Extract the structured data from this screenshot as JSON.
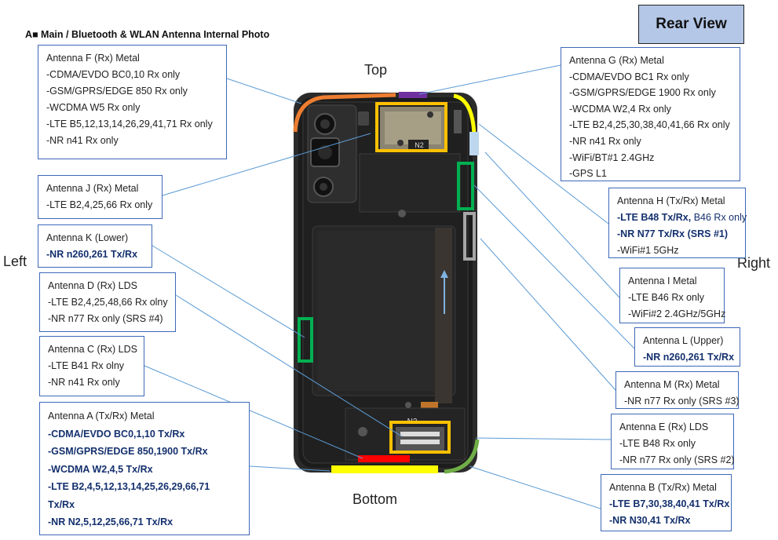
{
  "title": "A■ Main / Bluetooth & WLAN Antenna Internal Photo",
  "view_label": "Rear View",
  "directions": {
    "top": "Top",
    "bottom": "Bottom",
    "left": "Left",
    "right": "Right"
  },
  "phone_marks": {
    "n2_label": "N2"
  },
  "antennas": {
    "f": {
      "title": "Antenna F (Rx) Metal",
      "lines": [
        "-CDMA/EVDO BC0,10 Rx only",
        "-GSM/GPRS/EDGE 850 Rx only",
        "-WCDMA W5 Rx only",
        "-LTE B5,12,13,14,26,29,41,71 Rx only",
        "-NR n41 Rx only"
      ]
    },
    "j": {
      "title": "Antenna J (Rx) Metal",
      "lines": [
        "-LTE B2,4,25,66 Rx only"
      ]
    },
    "k": {
      "title": "Antenna K (Lower)",
      "lines": [
        "-NR n260,261 Tx/Rx"
      ]
    },
    "d": {
      "title": "Antenna D (Rx) LDS",
      "lines": [
        "-LTE B2,4,25,48,66 Rx olny",
        "-NR n77 Rx only (SRS #4)"
      ]
    },
    "c": {
      "title": "Antenna C (Rx) LDS",
      "lines": [
        "-LTE B41 Rx olny",
        "-NR n41 Rx only"
      ]
    },
    "a": {
      "title": "Antenna A (Tx/Rx) Metal",
      "lines": [
        "-CDMA/EVDO BC0,1,10 Tx/Rx",
        "-GSM/GPRS/EDGE 850,1900 Tx/Rx",
        "-WCDMA W2,4,5 Tx/Rx",
        "-LTE B2,4,5,12,13,14,25,26,29,66,71",
        "Tx/Rx",
        "-NR N2,5,12,25,66,71 Tx/Rx"
      ]
    },
    "g": {
      "title": "Antenna G (Rx) Metal",
      "lines": [
        "-CDMA/EVDO BC1 Rx only",
        "-GSM/GPRS/EDGE 1900 Rx only",
        "-WCDMA W2,4 Rx only",
        "-LTE B2,4,25,30,38,40,41,66 Rx only",
        "-NR n41 Rx only",
        "-WiFi/BT#1 2.4GHz",
        "-GPS L1"
      ]
    },
    "h": {
      "title": "Antenna H (Tx/Rx) Metal",
      "line1_bold": "-LTE B48 Tx/Rx,",
      "line1_rest": " B46 Rx only",
      "lines": [
        "-NR N77 Tx/Rx (SRS #1)",
        "-WiFi#1 5GHz"
      ]
    },
    "i": {
      "title": "Antenna I   Metal",
      "lines": [
        "-LTE B46 Rx only",
        "-WiFi#2 2.4GHz/5GHz"
      ]
    },
    "l": {
      "title": "Antenna L (Upper)",
      "lines": [
        "-NR n260,261 Tx/Rx"
      ]
    },
    "m": {
      "title": "Antenna M (Rx) Metal",
      "lines": [
        "-NR n77 Rx only (SRS #3)"
      ]
    },
    "e": {
      "title": "Antenna E (Rx) LDS",
      "lines": [
        "-LTE B48 Rx only",
        "-NR n77 Rx only (SRS #2)"
      ]
    },
    "b": {
      "title": "Antenna B (Tx/Rx) Metal",
      "lines": [
        "-LTE B7,30,38,40,41 Tx/Rx",
        "-NR N30,41 Tx/Rx"
      ]
    }
  },
  "colors": {
    "box_border": "#3d68b8",
    "bold_text": "#14306e",
    "rear_view_bg": "#b4c7e7",
    "ant_f": "#ed7d31",
    "ant_g": "#ffff00",
    "ant_top_purple": "#7030a0",
    "ant_a": "#ffff00",
    "ant_b": "#70ad47",
    "ant_green_box": "#00b050",
    "ant_orange_box": "#ffc000",
    "ant_red": "#ff0000",
    "ant_gray": "#a6a6a6",
    "ant_lightblue": "#bdd7ee"
  }
}
